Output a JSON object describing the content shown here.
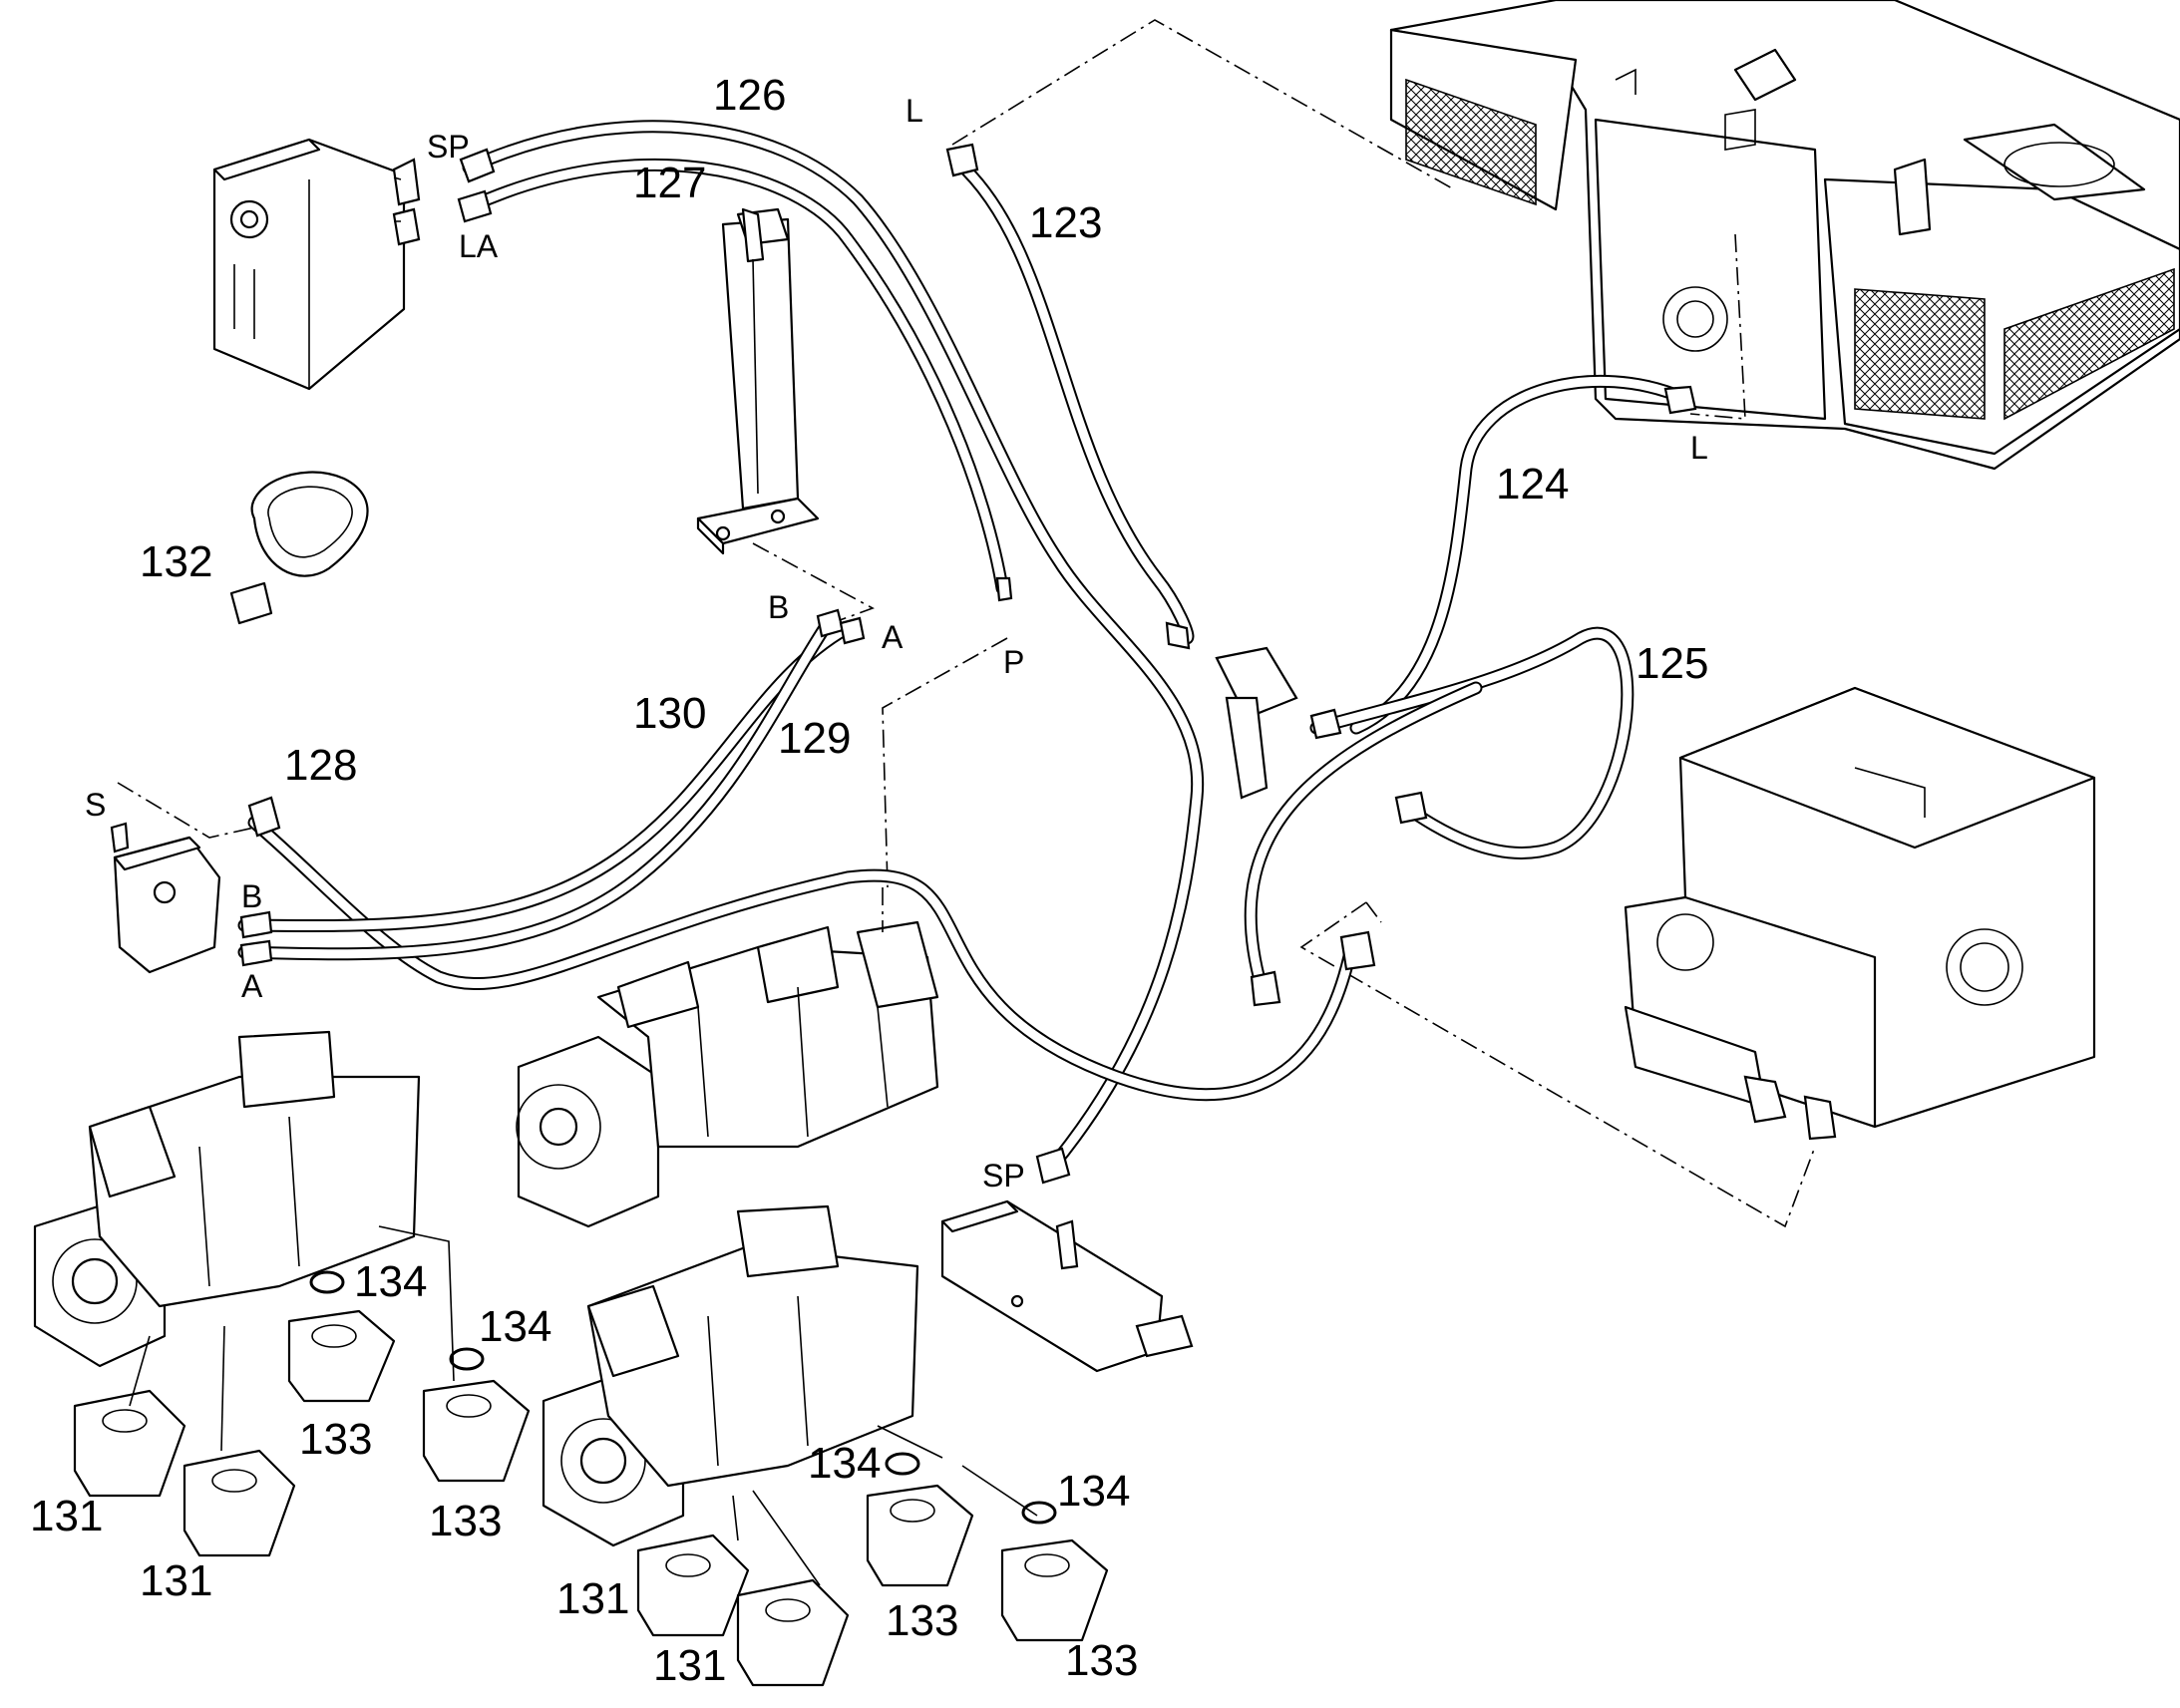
{
  "labels": {
    "p123": "123",
    "p124": "124",
    "p125": "125",
    "p126": "126",
    "p127": "127",
    "p128": "128",
    "p129": "129",
    "p130": "130",
    "p131": "131",
    "p132": "132",
    "p133": "133",
    "p134": "134"
  },
  "ports": {
    "sp": "SP",
    "la": "LA",
    "l": "L",
    "p": "P",
    "a": "A",
    "b": "B",
    "s": "S"
  }
}
